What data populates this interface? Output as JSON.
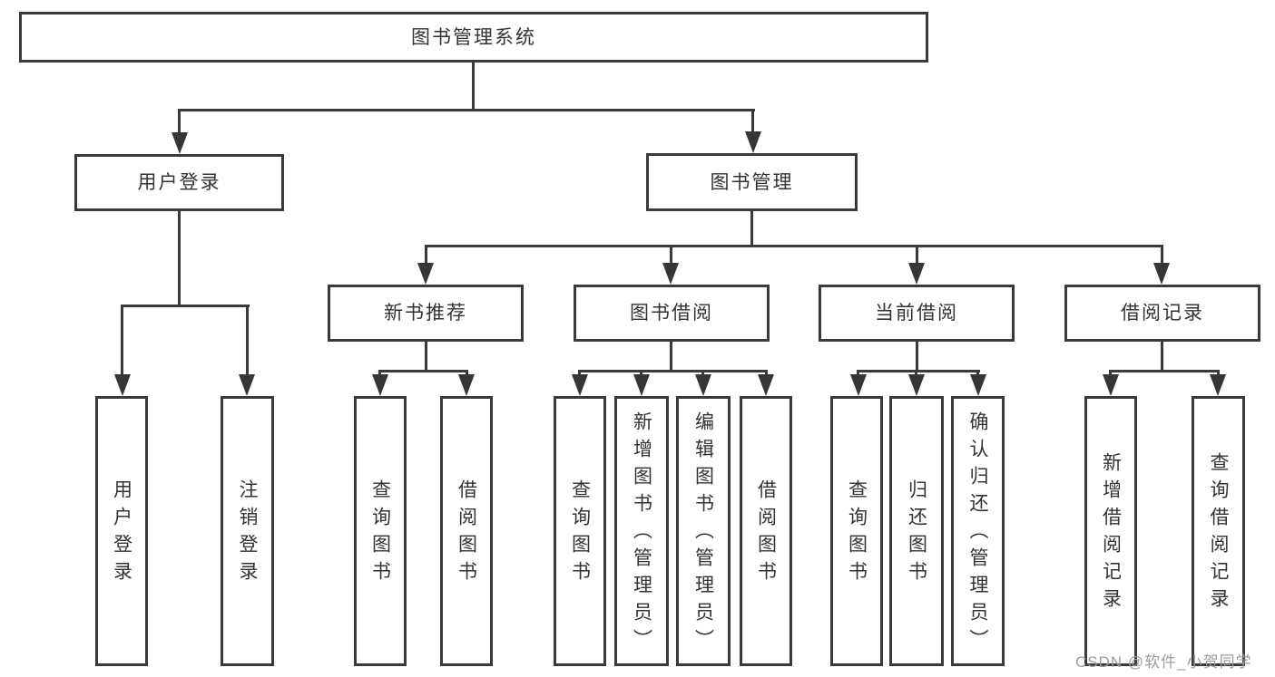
{
  "tree": {
    "root": "图书管理系统",
    "children": [
      {
        "label": "用户登录",
        "children": [
          "用户登录",
          "注销登录"
        ]
      },
      {
        "label": "图书管理",
        "children": [
          {
            "label": "新书推荐",
            "children": [
              "查询图书",
              "借阅图书"
            ]
          },
          {
            "label": "图书借阅",
            "children": [
              "查询图书",
              "新增图书（管理员）",
              "编辑图书（管理员）",
              "借阅图书"
            ]
          },
          {
            "label": "当前借阅",
            "children": [
              "查询图书",
              "归还图书",
              "确认归还（管理员）"
            ]
          },
          {
            "label": "借阅记录",
            "children": [
              "新增借阅记录",
              "查询借阅记录"
            ]
          }
        ]
      }
    ]
  },
  "watermark": "CSDN @软件_小贺同学",
  "colors": {
    "line": "#3a3a3a",
    "text": "#333333",
    "watermark": "#9c9c9c",
    "background": "#ffffff"
  }
}
